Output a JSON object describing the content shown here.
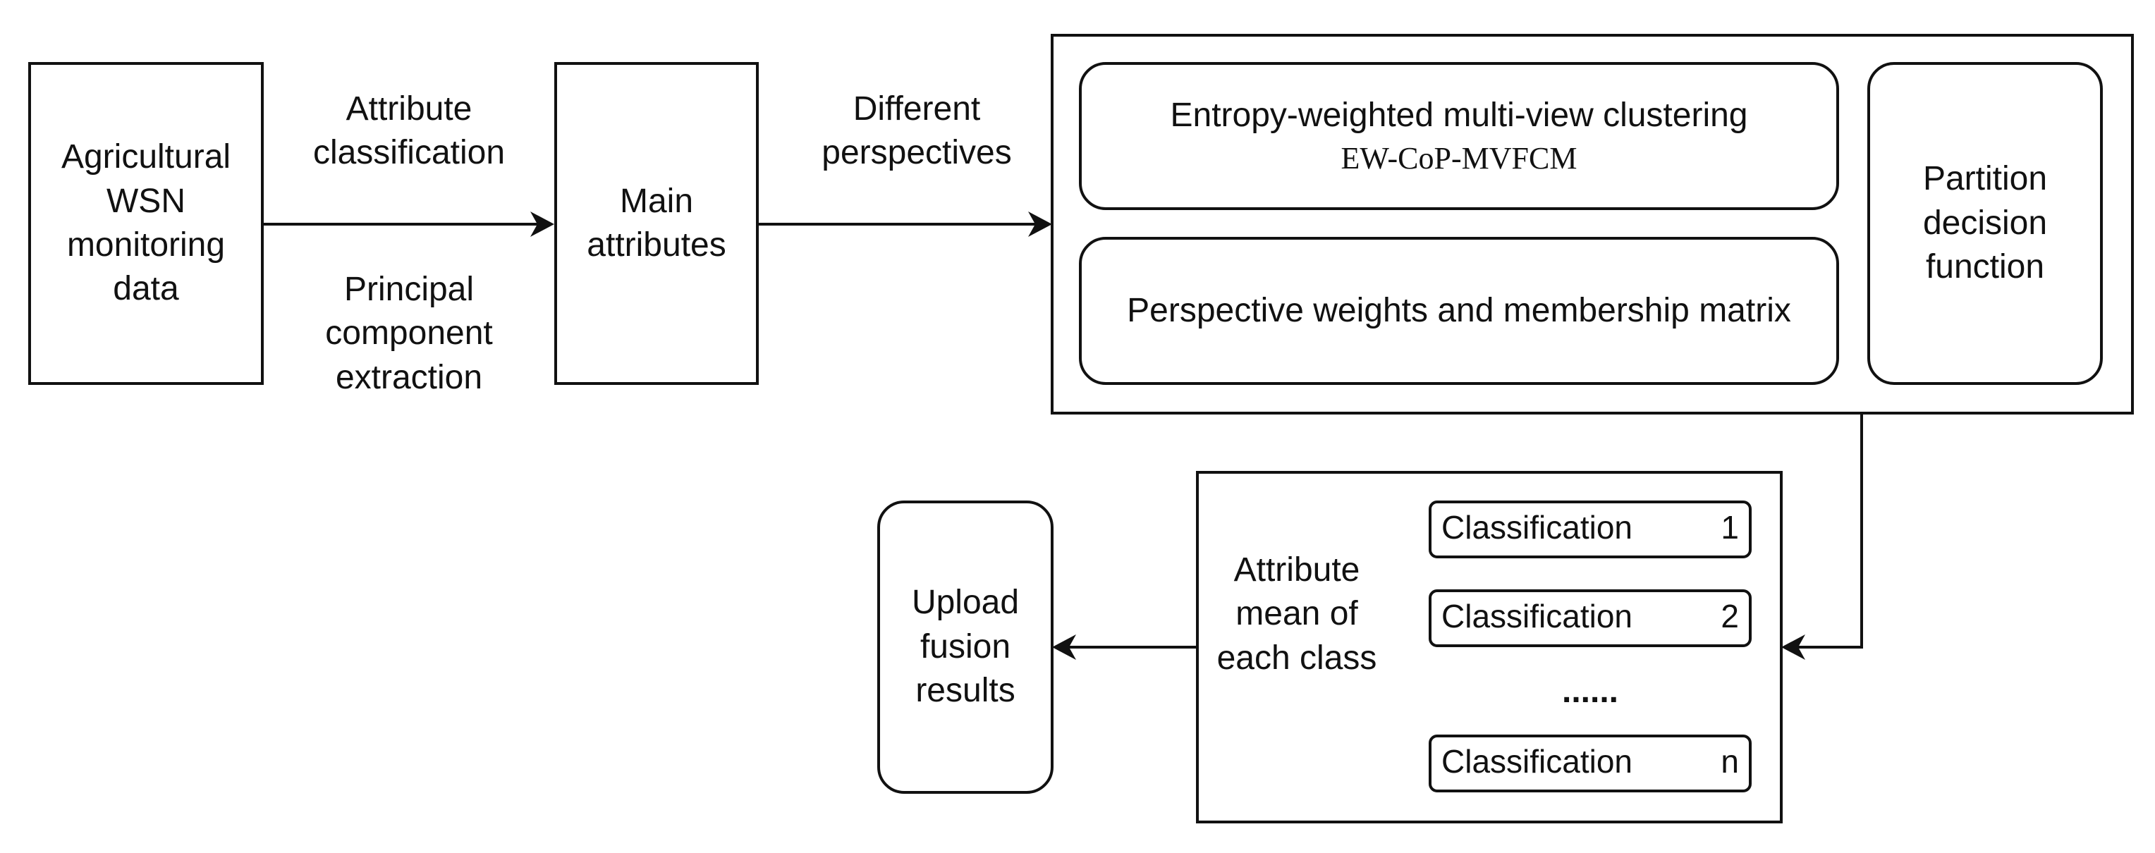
{
  "nodes": {
    "wsn_data": "Agricultural WSN monitoring data",
    "main_attributes": "Main attributes",
    "clustering_title": "Entropy-weighted multi-view clustering",
    "clustering_method": "EW-CoP-MVFCM",
    "perspective_weights": "Perspective weights and membership matrix",
    "partition_decision": "Partition decision function",
    "attribute_mean": "Attribute mean of each class",
    "upload_results": "Upload fusion results",
    "ellipsis": "......"
  },
  "edge_labels": {
    "attribute_classification": "Attribute classification",
    "principal_component": "Principal component extraction",
    "different_perspectives": "Different perspectives"
  },
  "classifications": [
    {
      "label": "Classification",
      "index": "1"
    },
    {
      "label": "Classification",
      "index": "2"
    },
    {
      "label": "Classification",
      "index": "n"
    }
  ]
}
